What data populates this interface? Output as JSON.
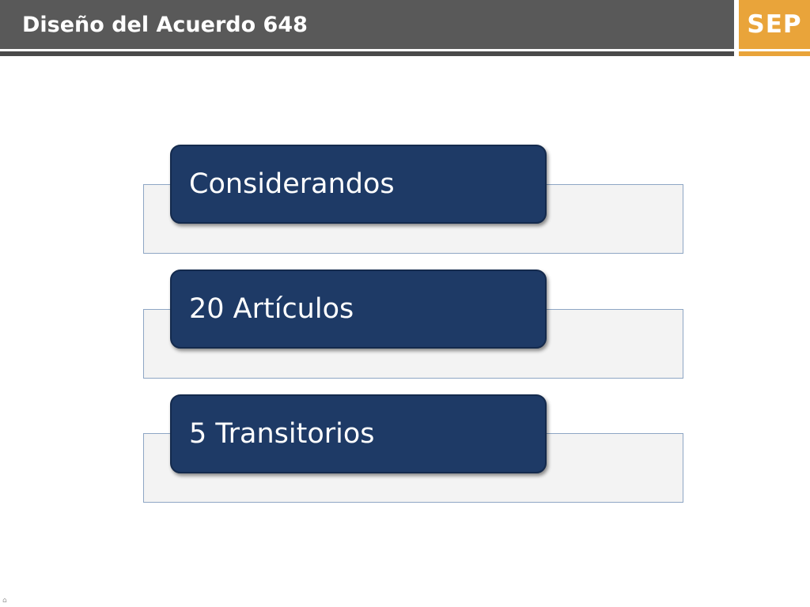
{
  "header": {
    "title": "Diseño del Acuerdo 648",
    "logo_text": "SEP"
  },
  "items": [
    {
      "label": "Considerandos"
    },
    {
      "label": "20 Artículos"
    },
    {
      "label": "5 Transitorios"
    }
  ],
  "colors": {
    "header_bg": "#595959",
    "logo_bg": "#e9a43a",
    "item_box": "#1e3a66",
    "item_bg": "#f3f3f3",
    "item_border": "#8ea6c4"
  }
}
